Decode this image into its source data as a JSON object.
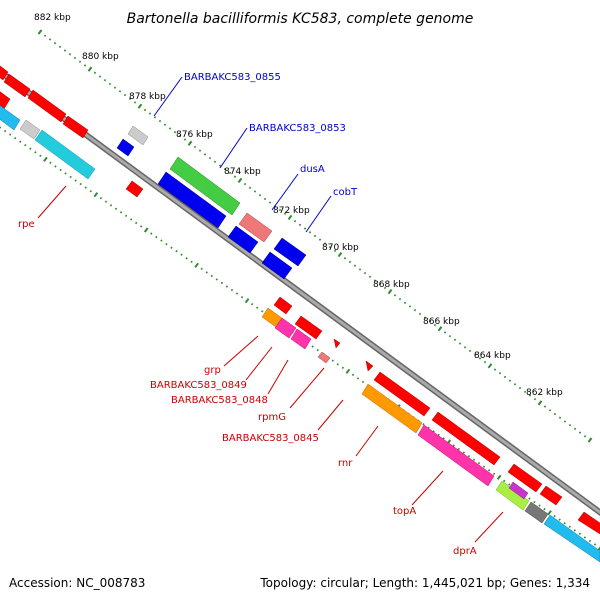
{
  "title": "Bartonella bacilliformis KC583, complete genome",
  "accession": "Accession: NC_008783",
  "topology": "Topology: circular; Length: 1,445,021 bp; Genes: 1,334",
  "colors": {
    "backbone": "#888888",
    "ticks": "#2e8b2e",
    "forward_label": "#0000cc",
    "reverse_label": "#cc0000"
  },
  "ticks": [
    "882 kbp",
    "880 kbp",
    "878 kbp",
    "876 kbp",
    "874 kbp",
    "872 kbp",
    "870 kbp",
    "868 kbp",
    "866 kbp",
    "864 kbp",
    "862 kbp"
  ],
  "labels_forward": [
    "BARBAKC583_0855",
    "BARBAKC583_0853",
    "dusA",
    "cobT"
  ],
  "labels_reverse": [
    "rpe",
    "grp",
    "BARBAKC583_0849",
    "BARBAKC583_0848",
    "rpmG",
    "BARBAKC583_0845",
    "rnr",
    "topA",
    "dprA"
  ]
}
